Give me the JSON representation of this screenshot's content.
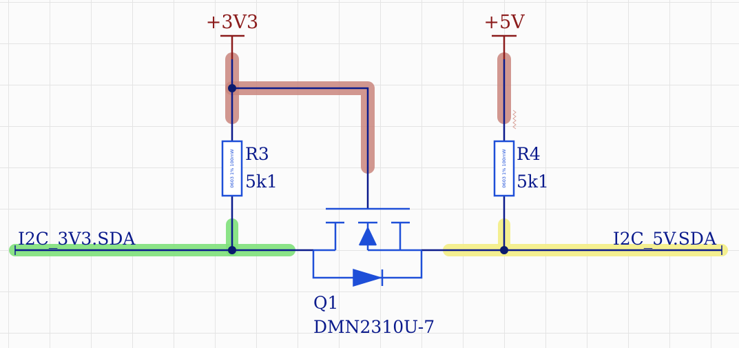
{
  "power_rails": {
    "left": "+3V3",
    "right": "+5V"
  },
  "components": {
    "r3": {
      "designator": "R3",
      "value": "5k1",
      "body_text": "0603 1% 100mW"
    },
    "r4": {
      "designator": "R4",
      "value": "5k1",
      "body_text": "0603 1% 100mW"
    },
    "q1": {
      "designator": "Q1",
      "part": "DMN2310U-7"
    }
  },
  "nets": {
    "left": "I2C_3V3.SDA",
    "right": "I2C_5V.SDA"
  },
  "colors": {
    "wire": "#0a1a8c",
    "power": "#8b1b1b",
    "highlight_power": "#c9857c",
    "highlight_left_net": "#7ee07a",
    "highlight_right_net": "#f3ee8a",
    "component_outline": "#1e4fd8",
    "junction": "#0a1a6e"
  }
}
